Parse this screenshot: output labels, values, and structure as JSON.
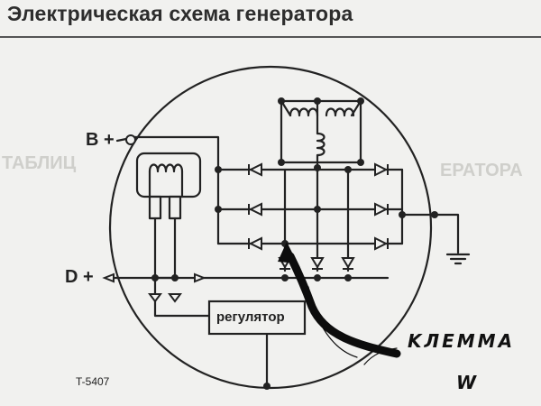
{
  "page": {
    "title": "Электрическая схема генератора",
    "figure_code": "T-5407"
  },
  "terminals": {
    "b_label": "B +",
    "d_label": "D +"
  },
  "regulator": {
    "label": "регулятор"
  },
  "annotation": {
    "line1": "KЛЕMMA",
    "line2": "W"
  },
  "background_text": {
    "left_fragment": "ТАБЛИЦ",
    "right_fragment": "ЕРАТОРА"
  },
  "colors": {
    "ink": "#222222",
    "paper": "#f1f1ef",
    "ghost": "#cfcfcb",
    "marker": "#0d0d0d"
  }
}
